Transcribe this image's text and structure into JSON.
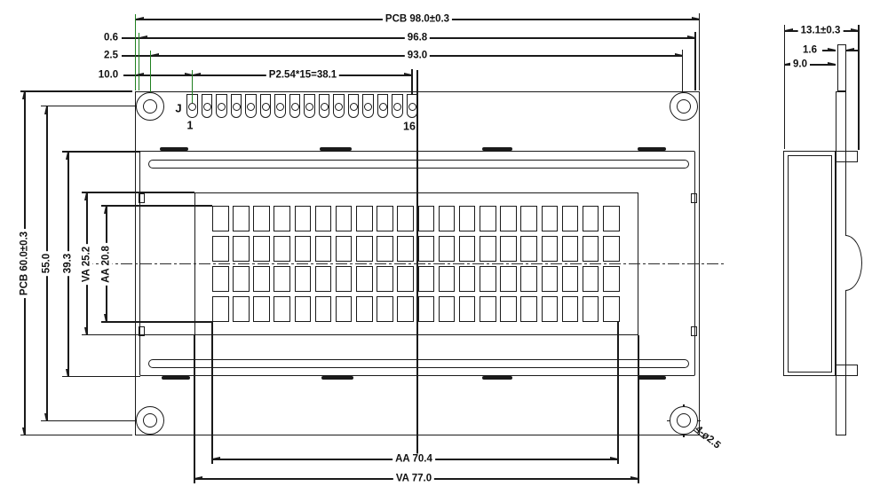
{
  "drawing": {
    "top_dims": {
      "pcb_width": "PCB 98.0±0.3",
      "inner_width": "96.8",
      "hole_span": "93.0",
      "pin_pitch": "P2.54*15=38.1"
    },
    "edge_offsets": {
      "edge": "0.6",
      "hole": "2.5",
      "pin1": "10.0"
    },
    "left_dims": {
      "pcb_height": "PCB 60.0±0.3",
      "hole_span": "55.0",
      "frame_height": "39.3",
      "va_height": "VA 25.2",
      "aa_height": "AA 20.8"
    },
    "bottom_dims": {
      "aa_width": "AA 70.4",
      "va_width": "VA 77.0"
    },
    "side_dims": {
      "total_thickness": "13.1±0.3",
      "pcb_thickness": "1.6",
      "module_depth": "9.0"
    },
    "mounting_holes_label": "4-ø2.5",
    "connector": {
      "designator": "J",
      "first_pin": "1",
      "last_pin": "16",
      "pin_count": 16
    },
    "display": {
      "rows": 4,
      "columns": 20
    },
    "colors": {
      "line": "#1a1a1a",
      "extension": "#1f7f1f",
      "background": "#ffffff"
    }
  }
}
